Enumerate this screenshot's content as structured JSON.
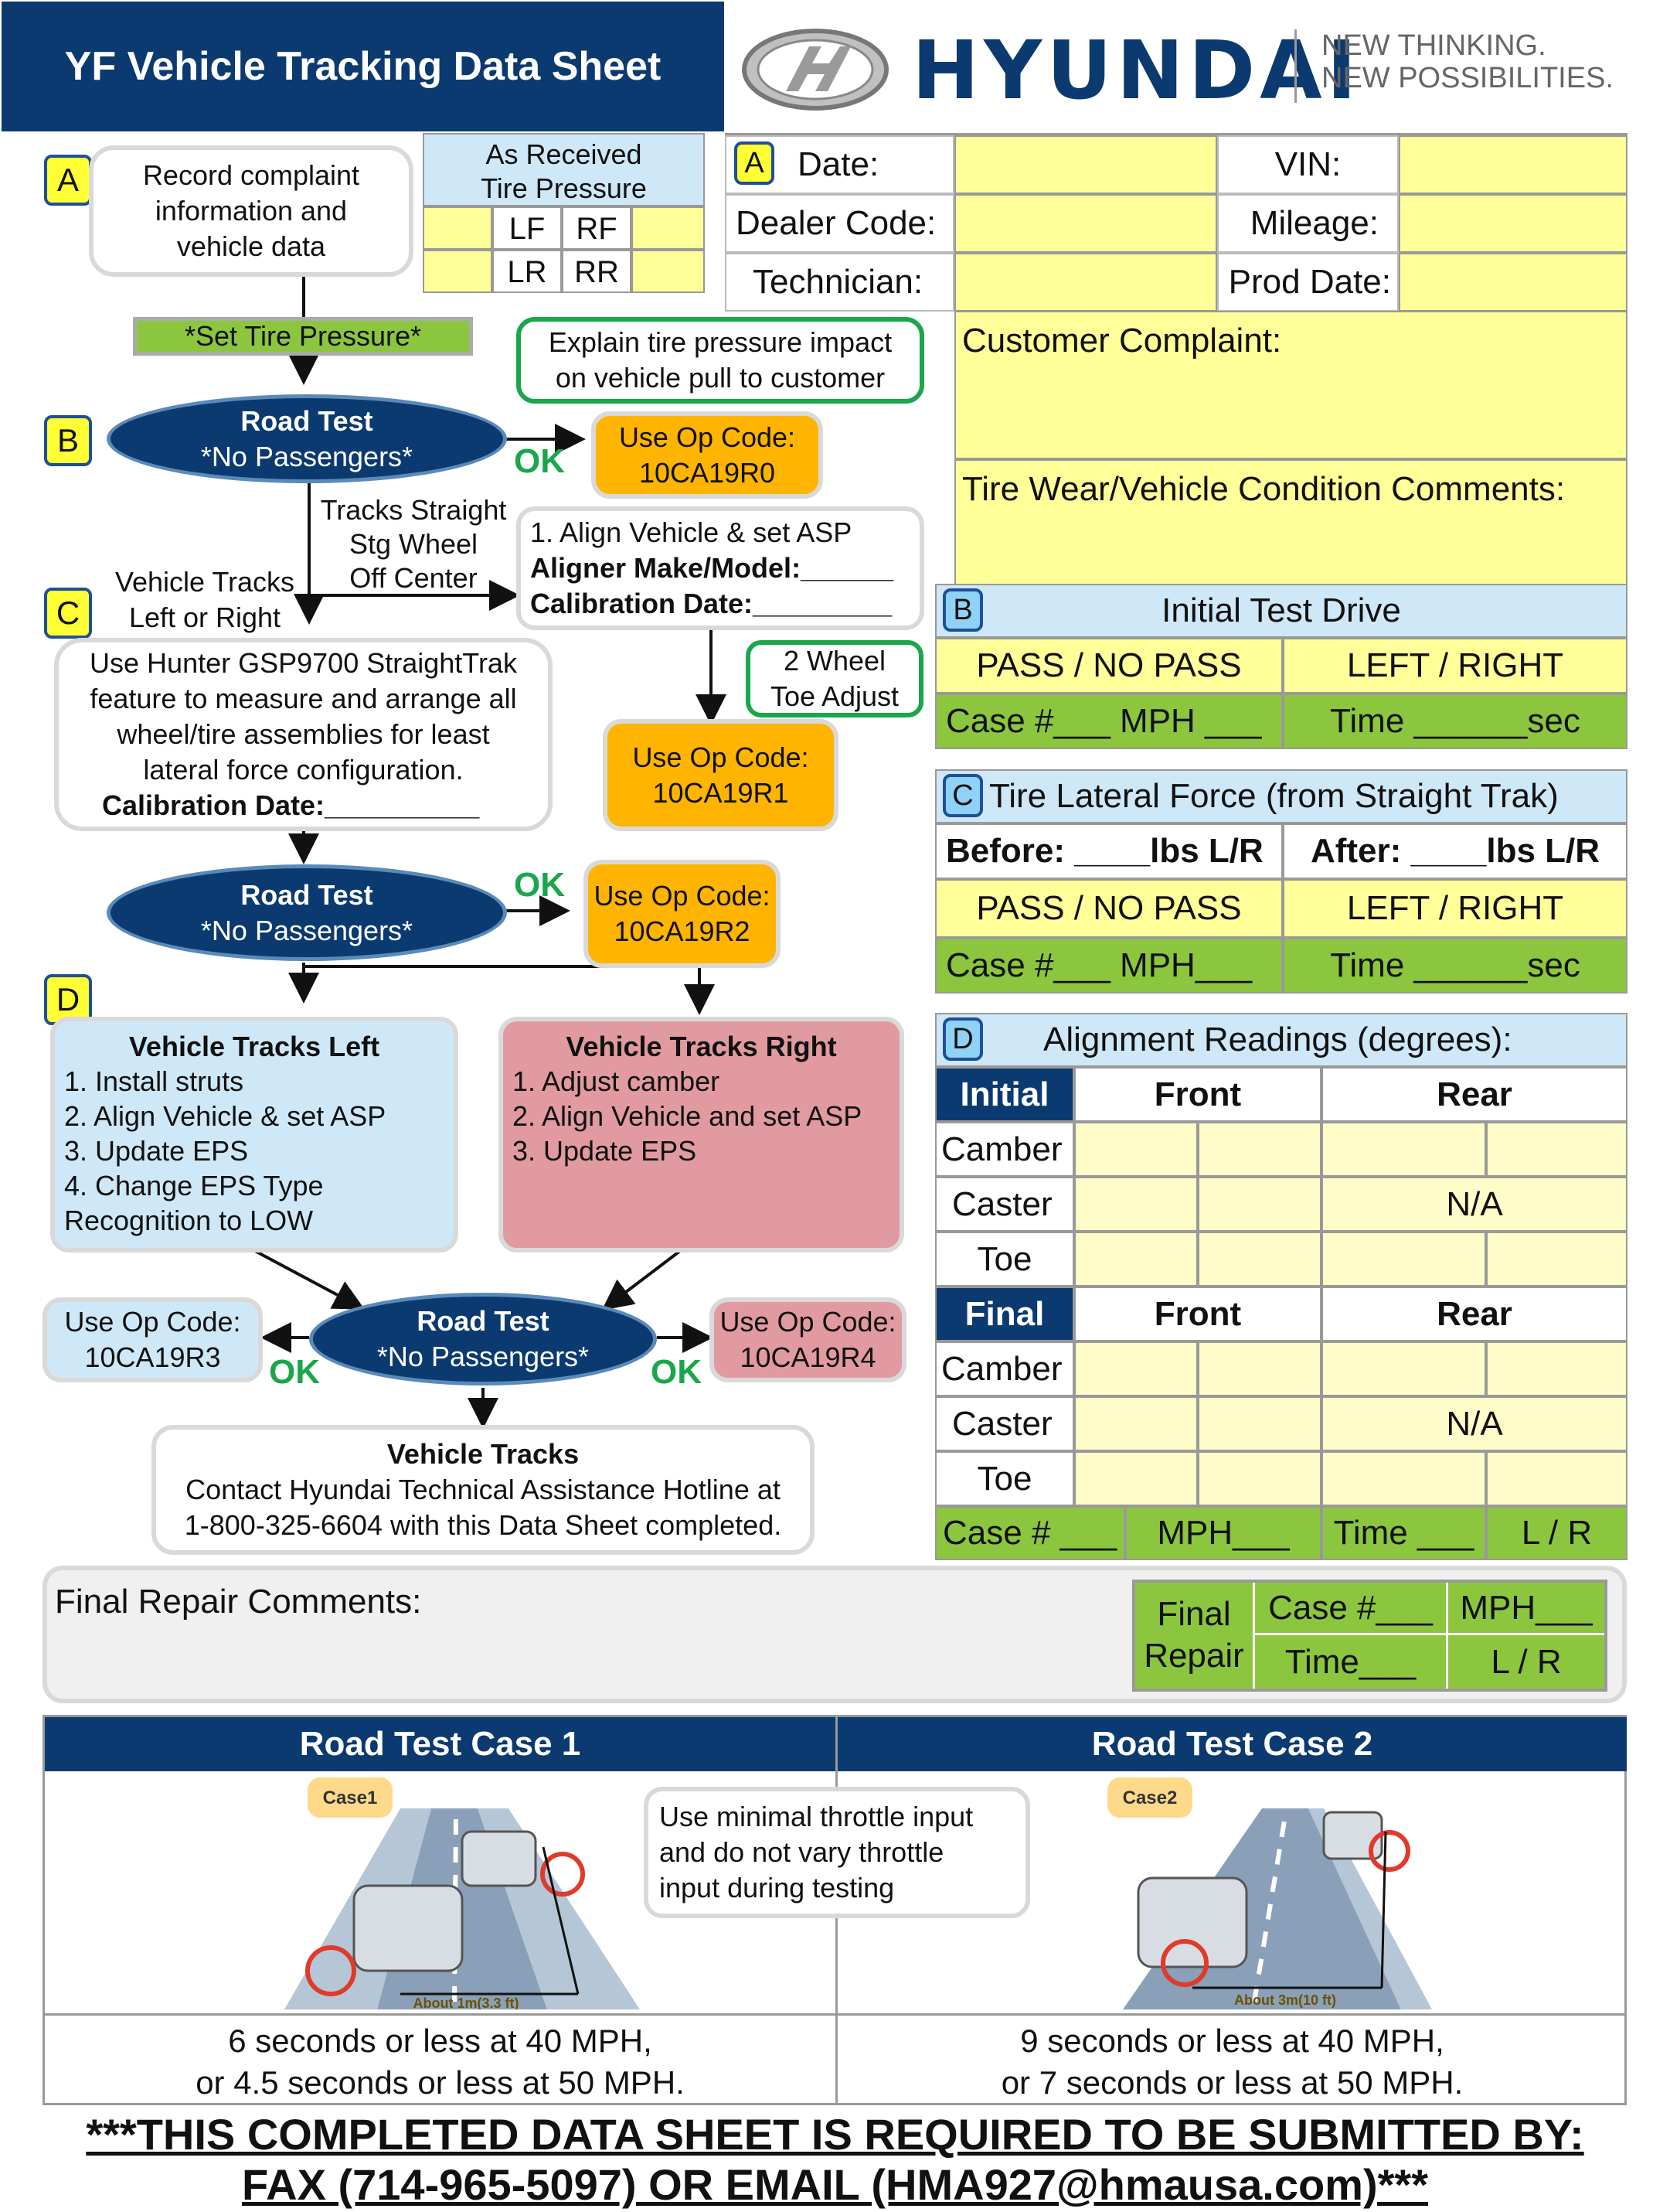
{
  "header": {
    "title": "YF Vehicle Tracking Data Sheet",
    "brand": "HYUNDAI",
    "tagline1": "NEW THINKING.",
    "tagline2": "NEW POSSIBILITIES."
  },
  "tire": {
    "title1": "As Received",
    "title2": "Tire Pressure",
    "lf": "LF",
    "rf": "RF",
    "lr": "LR",
    "rr": "RR"
  },
  "flow": {
    "badge_a": "A",
    "badge_b": "B",
    "badge_c": "C",
    "badge_d": "D",
    "record1": "Record complaint",
    "record2": "information and",
    "record3": "vehicle data",
    "set_tire": "*Set Tire Pressure*",
    "explain1": "Explain tire pressure impact",
    "explain2": "on vehicle pull to customer",
    "road_test": "Road Test",
    "no_passengers": "*No Passengers*",
    "ok": "OK",
    "use_op": "Use Op Code:",
    "op0": "10CA19R0",
    "op1": "10CA19R1",
    "op2": "10CA19R2",
    "op3": "10CA19R3",
    "op4": "10CA19R4",
    "tracks_straight1": "Tracks Straight",
    "tracks_straight2": "Stg Wheel",
    "tracks_straight3": "Off Center",
    "align1": "1. Align Vehicle & set ASP",
    "align2": "Aligner Make/Model:______",
    "align3": "Calibration Date:_________",
    "vt_lr1": "Vehicle Tracks",
    "vt_lr2": "Left or Right",
    "toe1": "2 Wheel",
    "toe2": "Toe Adjust",
    "hunter1": "Use Hunter GSP9700 StraightTrak",
    "hunter2": "feature to measure and arrange all",
    "hunter3": "wheel/tire assemblies for least",
    "hunter4": "lateral force configuration.",
    "hunter5": "Calibration Date:__________",
    "left_title": "Vehicle Tracks Left",
    "left1": "1. Install struts",
    "left2": "2. Align Vehicle & set ASP",
    "left3": "3. Update EPS",
    "left4": "4. Change EPS Type",
    "left5": "Recognition to LOW",
    "right_title": "Vehicle Tracks Right",
    "right1": "1. Adjust camber",
    "right2": "2. Align Vehicle and set ASP",
    "right3": "3. Update EPS",
    "contact_title": "Vehicle Tracks",
    "contact1": "Contact Hyundai Technical Assistance Hotline at",
    "contact2": "1-800-325-6604 with this Data Sheet completed."
  },
  "info": {
    "badge": "A",
    "date": "Date:",
    "vin": "VIN:",
    "dealer": "Dealer Code:",
    "mileage": "Mileage:",
    "tech": "Technician:",
    "prod": "Prod Date:",
    "complaint": "Customer Complaint:",
    "tirewear": "Tire Wear/Vehicle Condition Comments:"
  },
  "initial_drive": {
    "badge": "B",
    "title": "Initial Test Drive",
    "pass": "PASS / NO PASS",
    "lr": "LEFT / RIGHT",
    "case": "Case #___ MPH ___",
    "time": "Time ______sec"
  },
  "lateral": {
    "badge": "C",
    "title": "Tire Lateral Force (from Straight Trak)",
    "before": "Before: ____lbs L/R",
    "after": "After: ____lbs L/R",
    "pass": "PASS / NO PASS",
    "lr": "LEFT / RIGHT",
    "case": "Case #___ MPH___",
    "time": "Time ______sec"
  },
  "alignment": {
    "badge": "D",
    "title": "Alignment Readings (degrees):",
    "initial": "Initial",
    "final": "Final",
    "front": "Front",
    "rear": "Rear",
    "camber": "Camber",
    "caster": "Caster",
    "toe": "Toe",
    "na": "N/A",
    "case": "Case # ___",
    "mph": "MPH___",
    "time": "Time ___",
    "lr": "L / R"
  },
  "final_repair": {
    "comments": "Final Repair Comments:",
    "label1": "Final",
    "label2": "Repair",
    "case": "Case #___",
    "mph": "MPH___",
    "time": "Time___",
    "lr": "L / R"
  },
  "road_cases": {
    "case1_title": "Road Test Case 1",
    "case2_title": "Road Test Case 2",
    "tag1": "Case1",
    "tag2": "Case2",
    "about1": "About 1m(3.3 ft)",
    "about2": "About 3m(10 ft)",
    "note1": "Use minimal throttle input",
    "note2": "and do not vary throttle",
    "note3": "input during testing",
    "case1_line1": "6 seconds or less at 40 MPH,",
    "case1_line2": "or 4.5 seconds or less at 50 MPH.",
    "case2_line1": "9 seconds or less at 40 MPH,",
    "case2_line2": "or 7 seconds or less at 50 MPH."
  },
  "footer": {
    "line1": "***THIS COMPLETED DATA SHEET IS REQUIRED TO BE SUBMITTED BY:",
    "line2": "FAX (714-965-5097) OR EMAIL (HMA927@hmausa.com)***"
  }
}
